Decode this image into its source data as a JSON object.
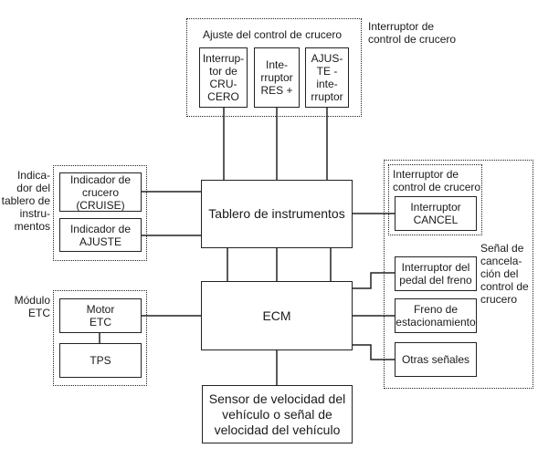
{
  "groups": {
    "cruise_switch": {
      "outer_label": "Interruptor de\ncontrol de crucero",
      "inner_title": "Ajuste del control de crucero",
      "boxes": [
        "Interrup-\ntor de\nCRU-\nCERO",
        "Inte-\nrruptor\nRES +",
        "AJUS-\nTE -\ninte-\nrruptor"
      ]
    },
    "dash_indicator": {
      "label": "Indica-\ndor del\ntablero de\ninstru-\nmentos",
      "boxes": [
        "Indicador de\ncrucero\n(CRUISE)",
        "Indicador de\nAJUSTE"
      ]
    },
    "etc_module": {
      "label": "Módulo\nETC",
      "boxes": [
        "Motor\nETC",
        "TPS"
      ]
    },
    "cancel_signal": {
      "label": "Señal de\ncancela-\nción del\ncontrol de\ncrucero",
      "sub_group_label": "Interruptor de\ncontrol de crucero",
      "boxes": [
        "Interruptor\nCANCEL",
        "Interruptor del\npedal del freno",
        "Freno de\nestacionamiento",
        "Otras señales"
      ]
    }
  },
  "center": {
    "instrument_panel": "Tablero de instrumentos",
    "ecm": "ECM",
    "speed_sensor": "Sensor de velocidad del\nvehículo o señal de\nvelocidad del vehículo"
  }
}
